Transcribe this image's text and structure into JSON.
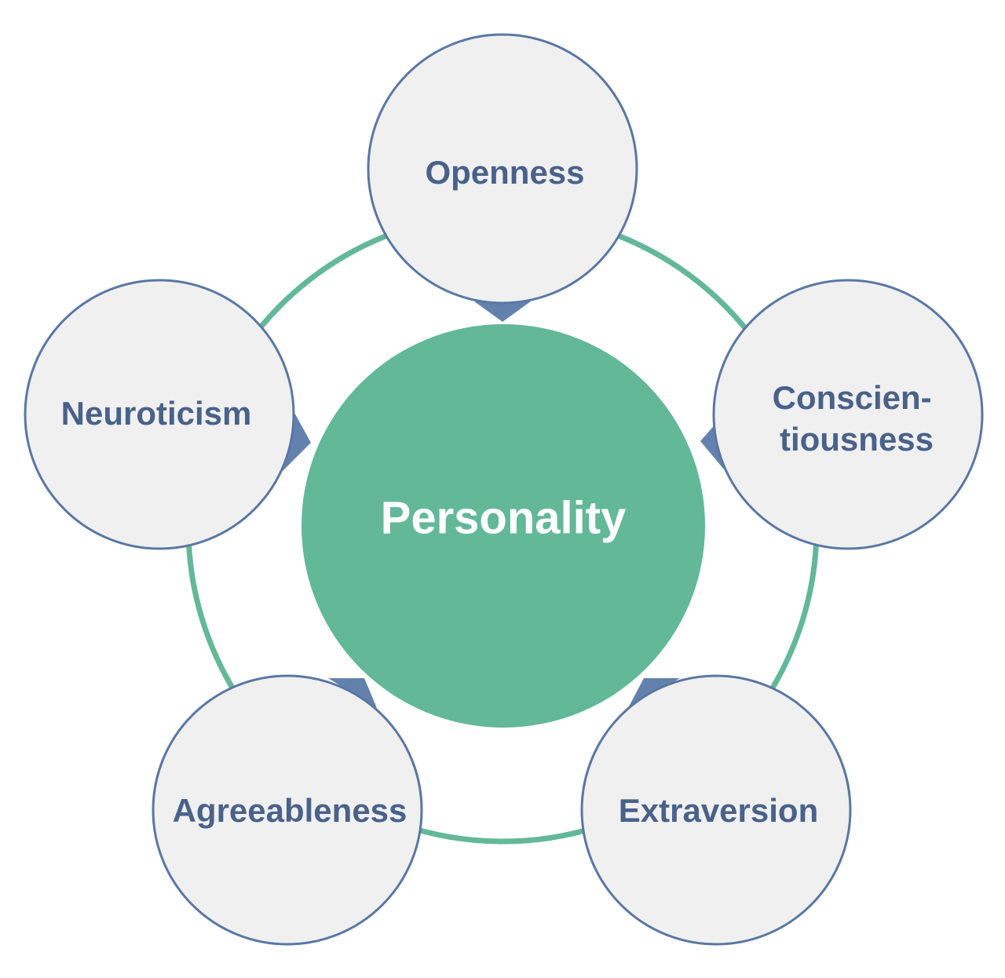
{
  "center": {
    "label": "Personality"
  },
  "traits": [
    {
      "label_lines": [
        "Openness"
      ]
    },
    {
      "label_lines": [
        "Conscien-",
        "tiousness"
      ]
    },
    {
      "label_lines": [
        "Extraversion"
      ]
    },
    {
      "label_lines": [
        "Agreeableness"
      ]
    },
    {
      "label_lines": [
        "Neuroticism"
      ]
    }
  ],
  "colors": {
    "center_fill": "#62b897",
    "ring_stroke": "#62b897",
    "trait_fill": "#f0f0f0",
    "trait_stroke": "#5a77a3",
    "trait_text": "#4a6289",
    "pointer_fill": "#6282ad",
    "center_text": "#ffffff"
  }
}
